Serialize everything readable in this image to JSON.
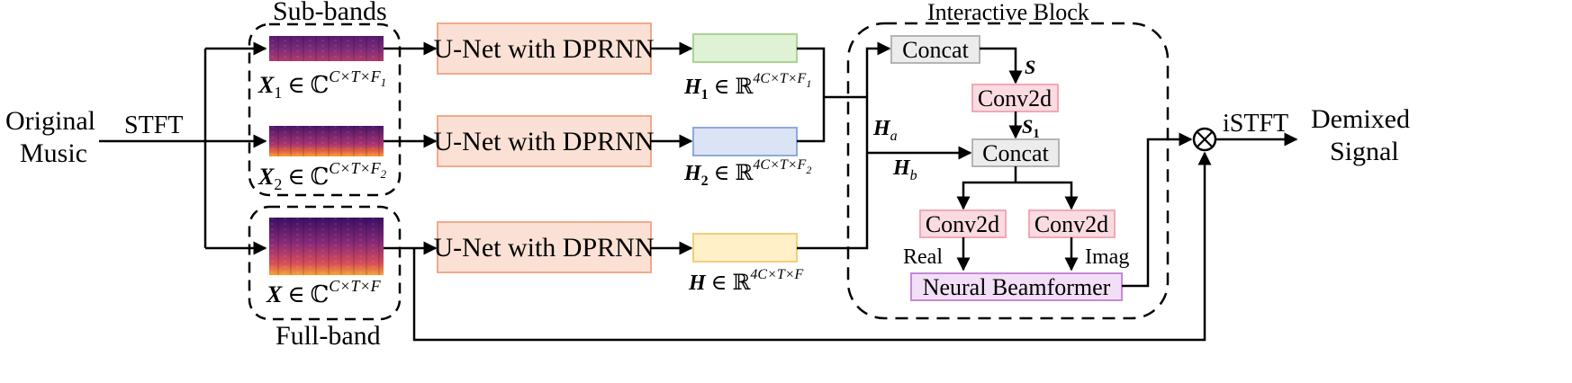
{
  "labels": {
    "sub_bands": "Sub-bands",
    "full_band": "Full-band",
    "original_music_line1": "Original",
    "original_music_line2": "Music",
    "stft": "STFT",
    "istft": "iSTFT",
    "demixed_line1": "Demixed",
    "demixed_line2": "Signal",
    "interactive_block": "Interactive Block",
    "real": "Real",
    "imag": "Imag"
  },
  "boxes": {
    "unet": "U-Net with DPRNN",
    "concat": "Concat",
    "conv2d": "Conv2d",
    "beamformer": "Neural Beamformer"
  },
  "math": {
    "x1": {
      "sym": "X",
      "sub": "1",
      "set": "ℂ",
      "sup_base": "C×T×F",
      "sup_sub": "1"
    },
    "x2": {
      "sym": "X",
      "sub": "2",
      "set": "ℂ",
      "sup_base": "C×T×F",
      "sup_sub": "2"
    },
    "x": {
      "sym": "X",
      "set": "ℂ",
      "sup_base": "C×T×F"
    },
    "h1": {
      "sym": "H",
      "sub": "1",
      "set": "ℝ",
      "sup_base": "4C×T×F",
      "sup_sub": "1"
    },
    "h2": {
      "sym": "H",
      "sub": "2",
      "set": "ℝ",
      "sup_base": "4C×T×F",
      "sup_sub": "2"
    },
    "h": {
      "sym": "H",
      "set": "ℝ",
      "sup_base": "4C×T×F"
    },
    "s": "S",
    "s1": {
      "sym": "S",
      "sub": "1"
    },
    "ha": {
      "sym": "H",
      "sub": "a"
    },
    "hb": {
      "sym": "H",
      "sub": "b"
    },
    "in_symbol": "∈",
    "multiply": "⊗"
  },
  "colors": {
    "unet_fill": "#fbe1d5",
    "unet_stroke": "#f2a98a",
    "h1_fill": "#dff2d6",
    "h1_stroke": "#a8d58f",
    "h2_fill": "#dbe4f5",
    "h2_stroke": "#8eaadb",
    "h_fill": "#fff0c8",
    "h_stroke": "#f0cf79",
    "concat_fill": "#ececec",
    "concat_stroke": "#b4b4b4",
    "conv_fill": "#fadbe1",
    "conv_stroke": "#f2a8b7",
    "beam_fill": "#f3def7",
    "beam_stroke": "#c48ad6"
  }
}
